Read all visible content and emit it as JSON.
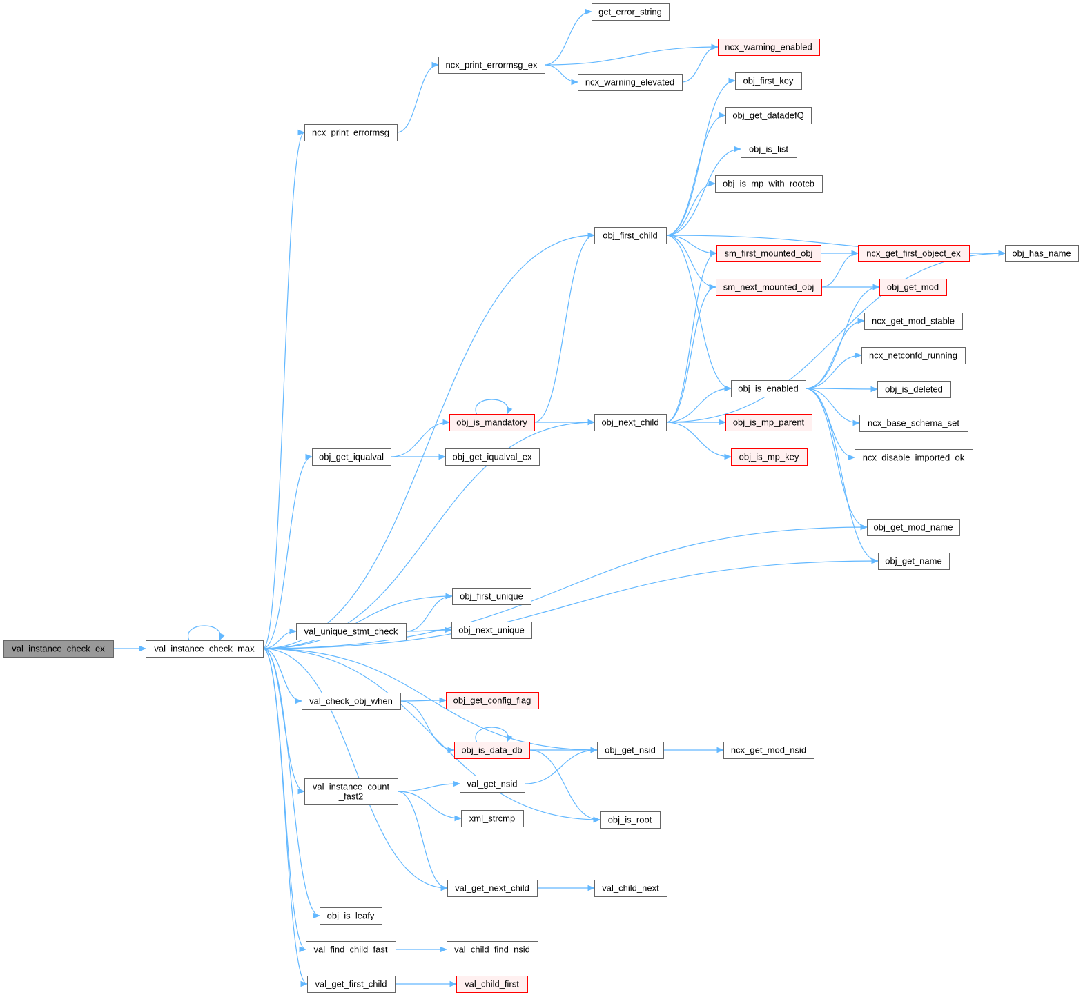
{
  "colors": {
    "edge": "#63b8ff",
    "node_border": "#666666",
    "node_fill": "#ffffff",
    "warn_border": "#ff0000",
    "warn_fill": "#fff0f0",
    "root_fill": "#999999",
    "root_border": "#666666",
    "text": "#000000"
  },
  "nodes": [
    {
      "id": "val_instance_check_ex",
      "label": "val_instance_check_ex",
      "style": "root"
    },
    {
      "id": "val_instance_check_max",
      "label": "val_instance_check_max",
      "style": "normal"
    },
    {
      "id": "ncx_print_errormsg",
      "label": "ncx_print_errormsg",
      "style": "normal"
    },
    {
      "id": "ncx_print_errormsg_ex",
      "label": "ncx_print_errormsg_ex",
      "style": "normal"
    },
    {
      "id": "get_error_string",
      "label": "get_error_string",
      "style": "normal"
    },
    {
      "id": "ncx_warning_enabled",
      "label": "ncx_warning_enabled",
      "style": "warn"
    },
    {
      "id": "ncx_warning_elevated",
      "label": "ncx_warning_elevated",
      "style": "normal"
    },
    {
      "id": "obj_first_key",
      "label": "obj_first_key",
      "style": "normal"
    },
    {
      "id": "obj_get_datadefQ",
      "label": "obj_get_datadefQ",
      "style": "normal"
    },
    {
      "id": "obj_is_list",
      "label": "obj_is_list",
      "style": "normal"
    },
    {
      "id": "obj_is_mp_with_rootcb",
      "label": "obj_is_mp_with_rootcb",
      "style": "normal"
    },
    {
      "id": "obj_first_child",
      "label": "obj_first_child",
      "style": "normal"
    },
    {
      "id": "sm_first_mounted_obj",
      "label": "sm_first_mounted_obj",
      "style": "warn"
    },
    {
      "id": "ncx_get_first_object_ex",
      "label": "ncx_get_first_object_ex",
      "style": "warn"
    },
    {
      "id": "obj_has_name",
      "label": "obj_has_name",
      "style": "normal"
    },
    {
      "id": "sm_next_mounted_obj",
      "label": "sm_next_mounted_obj",
      "style": "warn"
    },
    {
      "id": "obj_get_mod",
      "label": "obj_get_mod",
      "style": "warn"
    },
    {
      "id": "ncx_get_mod_stable",
      "label": "ncx_get_mod_stable",
      "style": "normal"
    },
    {
      "id": "ncx_netconfd_running",
      "label": "ncx_netconfd_running",
      "style": "normal"
    },
    {
      "id": "obj_is_enabled",
      "label": "obj_is_enabled",
      "style": "normal"
    },
    {
      "id": "obj_is_deleted",
      "label": "obj_is_deleted",
      "style": "normal"
    },
    {
      "id": "ncx_base_schema_set",
      "label": "ncx_base_schema_set",
      "style": "normal"
    },
    {
      "id": "ncx_disable_imported_ok",
      "label": "ncx_disable_imported_ok",
      "style": "normal"
    },
    {
      "id": "obj_is_mandatory",
      "label": "obj_is_mandatory",
      "style": "warn"
    },
    {
      "id": "obj_next_child",
      "label": "obj_next_child",
      "style": "normal"
    },
    {
      "id": "obj_is_mp_parent",
      "label": "obj_is_mp_parent",
      "style": "warn"
    },
    {
      "id": "obj_is_mp_key",
      "label": "obj_is_mp_key",
      "style": "warn"
    },
    {
      "id": "obj_get_iqualval",
      "label": "obj_get_iqualval",
      "style": "normal"
    },
    {
      "id": "obj_get_iqualval_ex",
      "label": "obj_get_iqualval_ex",
      "style": "normal"
    },
    {
      "id": "obj_get_mod_name",
      "label": "obj_get_mod_name",
      "style": "normal"
    },
    {
      "id": "obj_get_name",
      "label": "obj_get_name",
      "style": "normal"
    },
    {
      "id": "obj_first_unique",
      "label": "obj_first_unique",
      "style": "normal"
    },
    {
      "id": "val_unique_stmt_check",
      "label": "val_unique_stmt_check",
      "style": "normal"
    },
    {
      "id": "obj_next_unique",
      "label": "obj_next_unique",
      "style": "normal"
    },
    {
      "id": "val_check_obj_when",
      "label": "val_check_obj_when",
      "style": "normal"
    },
    {
      "id": "obj_get_config_flag",
      "label": "obj_get_config_flag",
      "style": "warn"
    },
    {
      "id": "obj_is_data_db",
      "label": "obj_is_data_db",
      "style": "warn"
    },
    {
      "id": "obj_get_nsid",
      "label": "obj_get_nsid",
      "style": "normal"
    },
    {
      "id": "ncx_get_mod_nsid",
      "label": "ncx_get_mod_nsid",
      "style": "normal"
    },
    {
      "id": "val_instance_count_fast2",
      "label": "val_instance_count\n_fast2",
      "style": "normal"
    },
    {
      "id": "val_get_nsid",
      "label": "val_get_nsid",
      "style": "normal"
    },
    {
      "id": "xml_strcmp",
      "label": "xml_strcmp",
      "style": "normal"
    },
    {
      "id": "obj_is_root",
      "label": "obj_is_root",
      "style": "normal"
    },
    {
      "id": "val_get_next_child",
      "label": "val_get_next_child",
      "style": "normal"
    },
    {
      "id": "val_child_next",
      "label": "val_child_next",
      "style": "normal"
    },
    {
      "id": "obj_is_leafy",
      "label": "obj_is_leafy",
      "style": "normal"
    },
    {
      "id": "val_find_child_fast",
      "label": "val_find_child_fast",
      "style": "normal"
    },
    {
      "id": "val_child_find_nsid",
      "label": "val_child_find_nsid",
      "style": "normal"
    },
    {
      "id": "val_get_first_child",
      "label": "val_get_first_child",
      "style": "normal"
    },
    {
      "id": "val_child_first",
      "label": "val_child_first",
      "style": "warn"
    }
  ],
  "edges": [
    [
      "val_instance_check_ex",
      "val_instance_check_max"
    ],
    [
      "val_instance_check_max",
      "val_instance_check_max"
    ],
    [
      "val_instance_check_max",
      "ncx_print_errormsg"
    ],
    [
      "val_instance_check_max",
      "obj_first_child"
    ],
    [
      "val_instance_check_max",
      "obj_get_iqualval"
    ],
    [
      "val_instance_check_max",
      "obj_next_child"
    ],
    [
      "val_instance_check_max",
      "obj_get_mod_name"
    ],
    [
      "val_instance_check_max",
      "obj_get_name"
    ],
    [
      "val_instance_check_max",
      "obj_first_unique"
    ],
    [
      "val_instance_check_max",
      "val_unique_stmt_check"
    ],
    [
      "val_instance_check_max",
      "obj_get_nsid"
    ],
    [
      "val_instance_check_max",
      "val_check_obj_when"
    ],
    [
      "val_instance_check_max",
      "val_instance_count_fast2"
    ],
    [
      "val_instance_check_max",
      "obj_is_root"
    ],
    [
      "val_instance_check_max",
      "val_get_next_child"
    ],
    [
      "val_instance_check_max",
      "obj_is_leafy"
    ],
    [
      "val_instance_check_max",
      "val_find_child_fast"
    ],
    [
      "val_instance_check_max",
      "val_get_first_child"
    ],
    [
      "ncx_print_errormsg",
      "ncx_print_errormsg_ex"
    ],
    [
      "ncx_print_errormsg_ex",
      "get_error_string"
    ],
    [
      "ncx_print_errormsg_ex",
      "ncx_warning_enabled"
    ],
    [
      "ncx_print_errormsg_ex",
      "ncx_warning_elevated"
    ],
    [
      "ncx_warning_elevated",
      "ncx_warning_enabled"
    ],
    [
      "obj_first_child",
      "obj_first_key"
    ],
    [
      "obj_first_child",
      "obj_get_datadefQ"
    ],
    [
      "obj_first_child",
      "obj_is_list"
    ],
    [
      "obj_first_child",
      "obj_is_mp_with_rootcb"
    ],
    [
      "obj_first_child",
      "obj_has_name"
    ],
    [
      "obj_first_child",
      "sm_first_mounted_obj"
    ],
    [
      "obj_first_child",
      "sm_next_mounted_obj"
    ],
    [
      "obj_first_child",
      "obj_is_enabled"
    ],
    [
      "sm_first_mounted_obj",
      "ncx_get_first_object_ex"
    ],
    [
      "sm_next_mounted_obj",
      "ncx_get_first_object_ex"
    ],
    [
      "sm_next_mounted_obj",
      "obj_get_mod"
    ],
    [
      "ncx_get_first_object_ex",
      "obj_has_name"
    ],
    [
      "obj_is_enabled",
      "obj_get_mod"
    ],
    [
      "obj_is_enabled",
      "ncx_get_mod_stable"
    ],
    [
      "obj_is_enabled",
      "ncx_netconfd_running"
    ],
    [
      "obj_is_enabled",
      "obj_is_deleted"
    ],
    [
      "obj_is_enabled",
      "ncx_base_schema_set"
    ],
    [
      "obj_is_enabled",
      "ncx_disable_imported_ok"
    ],
    [
      "obj_is_enabled",
      "obj_get_mod_name"
    ],
    [
      "obj_is_enabled",
      "obj_get_name"
    ],
    [
      "obj_get_iqualval",
      "obj_is_mandatory"
    ],
    [
      "obj_get_iqualval",
      "obj_get_iqualval_ex"
    ],
    [
      "obj_is_mandatory",
      "obj_is_mandatory"
    ],
    [
      "obj_is_mandatory",
      "obj_first_child"
    ],
    [
      "obj_is_mandatory",
      "obj_next_child"
    ],
    [
      "obj_next_child",
      "sm_first_mounted_obj"
    ],
    [
      "obj_next_child",
      "sm_next_mounted_obj"
    ],
    [
      "obj_next_child",
      "obj_is_enabled"
    ],
    [
      "obj_next_child",
      "obj_is_mp_parent"
    ],
    [
      "obj_next_child",
      "obj_is_mp_key"
    ],
    [
      "obj_next_child",
      "obj_has_name"
    ],
    [
      "val_unique_stmt_check",
      "obj_first_unique"
    ],
    [
      "val_unique_stmt_check",
      "obj_next_unique"
    ],
    [
      "val_check_obj_when",
      "obj_get_config_flag"
    ],
    [
      "val_check_obj_when",
      "obj_is_data_db"
    ],
    [
      "obj_is_data_db",
      "obj_is_data_db"
    ],
    [
      "obj_is_data_db",
      "obj_get_nsid"
    ],
    [
      "obj_is_data_db",
      "obj_is_root"
    ],
    [
      "obj_get_nsid",
      "ncx_get_mod_nsid"
    ],
    [
      "val_instance_count_fast2",
      "val_get_nsid"
    ],
    [
      "val_instance_count_fast2",
      "xml_strcmp"
    ],
    [
      "val_instance_count_fast2",
      "val_get_next_child"
    ],
    [
      "val_get_nsid",
      "obj_get_nsid"
    ],
    [
      "val_get_next_child",
      "val_child_next"
    ],
    [
      "val_find_child_fast",
      "val_child_find_nsid"
    ],
    [
      "val_get_first_child",
      "val_child_first"
    ]
  ]
}
